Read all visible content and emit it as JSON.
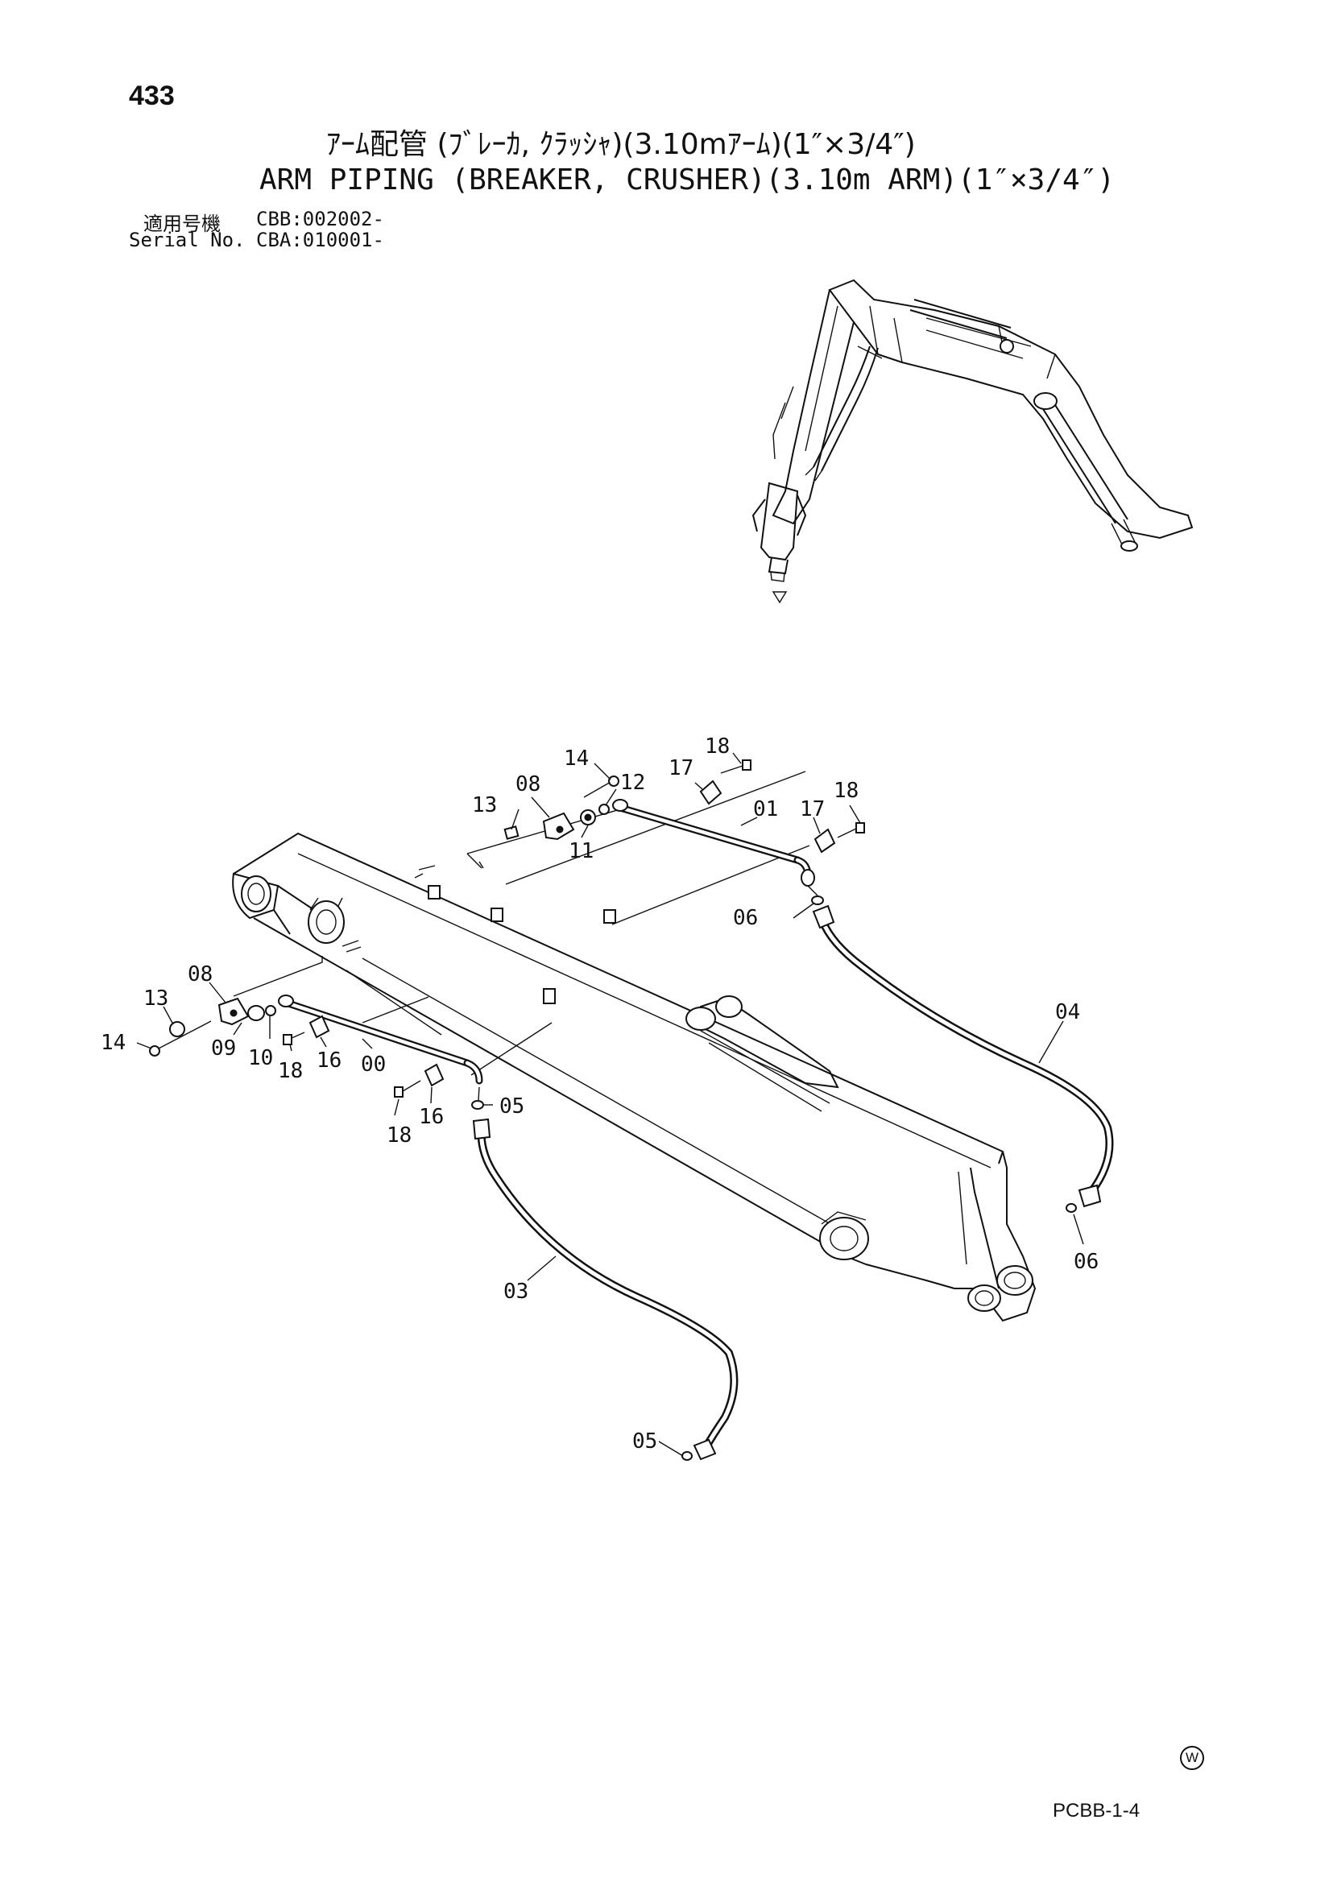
{
  "header": {
    "page_number": "433",
    "title_jp": "ｱｰﾑ配管 (ﾌﾞﾚｰｶ, ｸﾗｯｼｬ)(3.10mｱｰﾑ)(1″×3/4″)",
    "title_en": "ARM PIPING (BREAKER, CRUSHER)(3.10m ARM)(1″×3/4″)",
    "serial_jp_label": "適用号機",
    "serial_jp_value": "CBB:002002-",
    "serial_en_label": "Serial No.",
    "serial_en_value": "CBA:010001-"
  },
  "callouts": {
    "c14a": "14",
    "c08a": "08",
    "c13a": "13",
    "c11": "11",
    "c12": "12",
    "c17a": "17",
    "c18a": "18",
    "c01": "01",
    "c17b": "17",
    "c18b": "18",
    "c06a": "06",
    "c04": "04",
    "c06b": "06",
    "c08b": "08",
    "c13b": "13",
    "c14b": "14",
    "c09": "09",
    "c10": "10",
    "c18c": "18",
    "c16a": "16",
    "c00": "00",
    "c16b": "16",
    "c18d": "18",
    "c05a": "05",
    "c03": "03",
    "c05b": "05"
  },
  "footer": {
    "watermark": "W",
    "page_code": "PCBB-1-4"
  }
}
